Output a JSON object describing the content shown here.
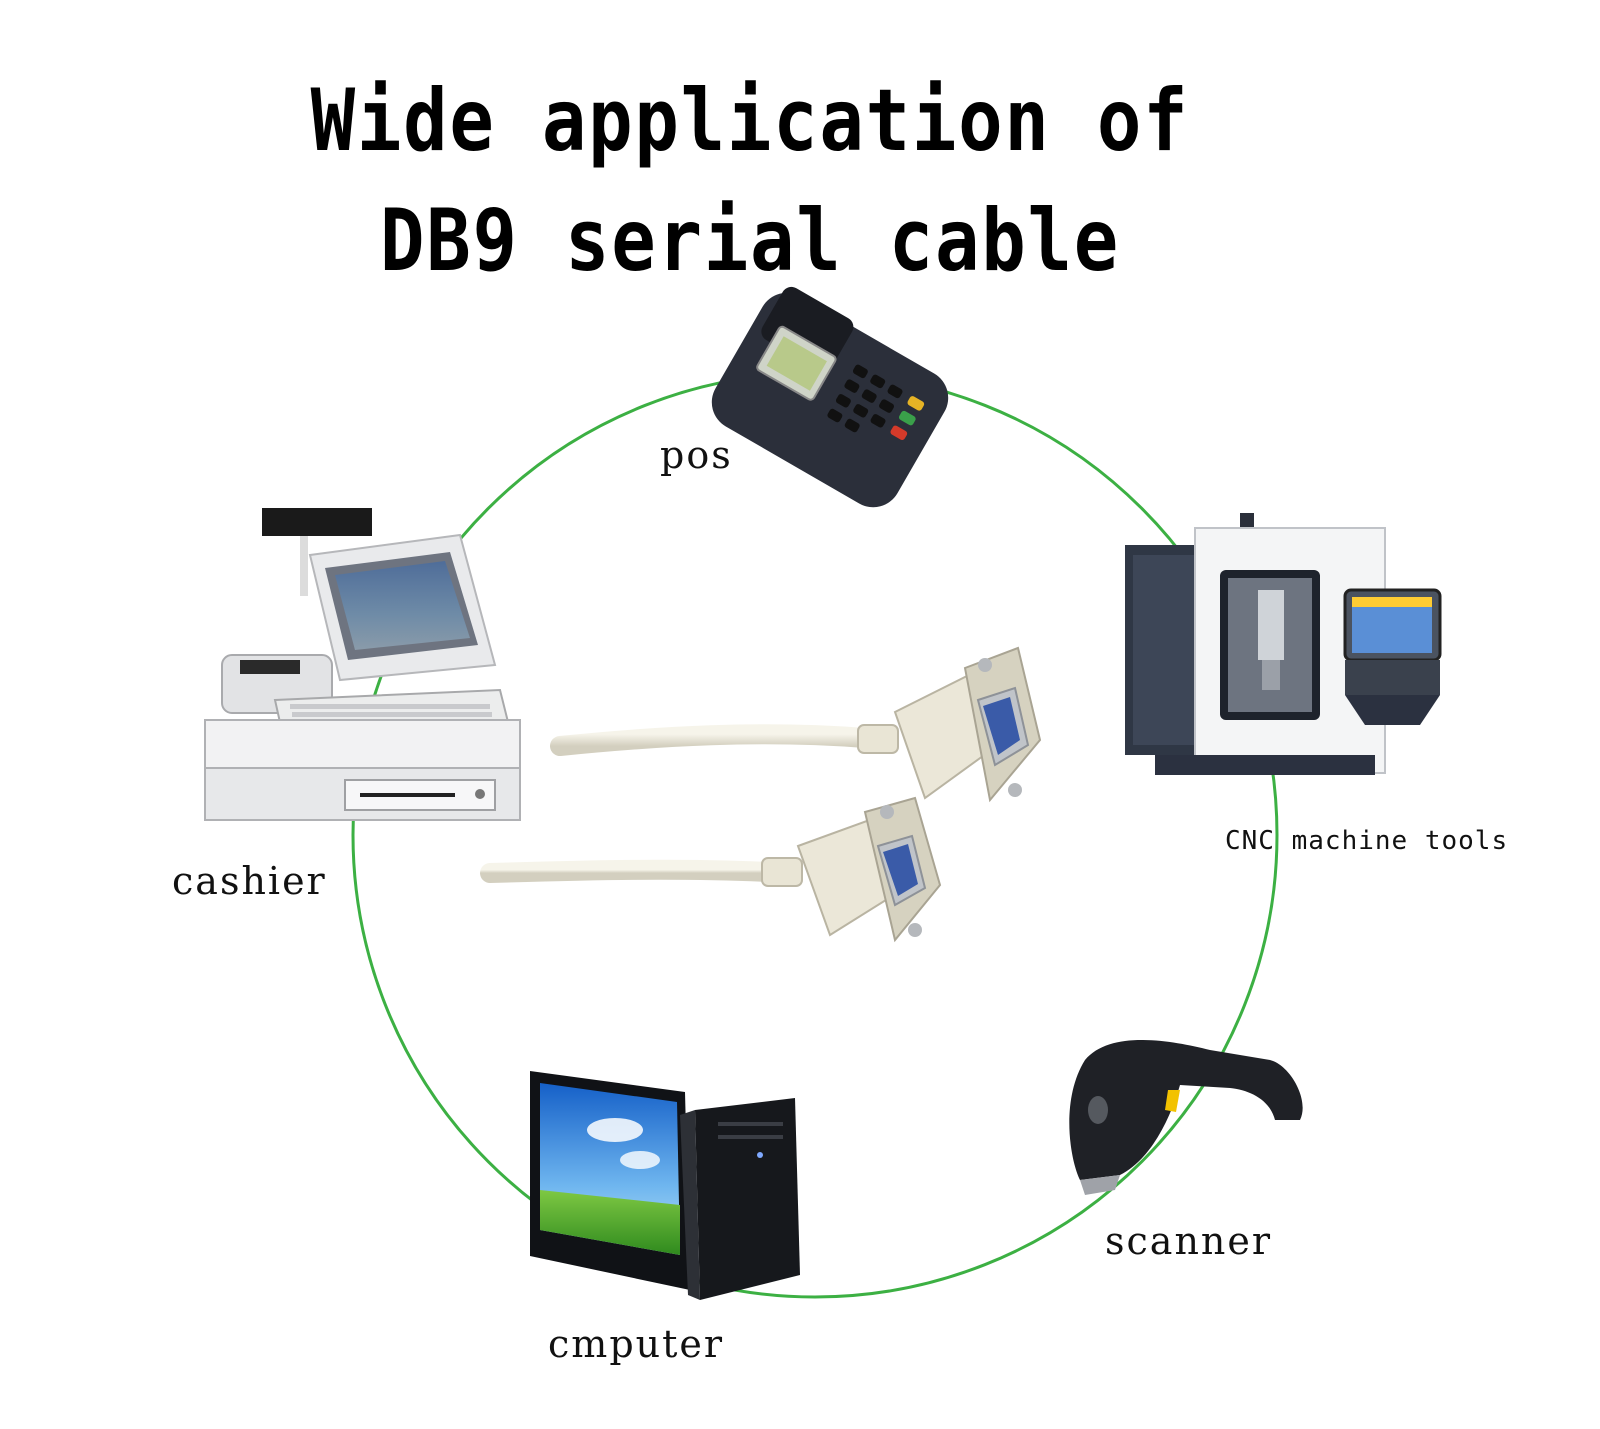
{
  "title": {
    "line1": "Wide application of",
    "line2": "DB9 serial cable"
  },
  "devices": {
    "pos": "pos",
    "cashier": "cashier",
    "cnc": "CNC machine tools",
    "computer": "cmputer",
    "scanner": "scanner"
  },
  "colors": {
    "ring": "#3cb043",
    "cable": "#e6e3d6",
    "connector": "#e9e5d5",
    "pin_blue": "#3a5ba8",
    "dark_device": "#2a2d33"
  }
}
